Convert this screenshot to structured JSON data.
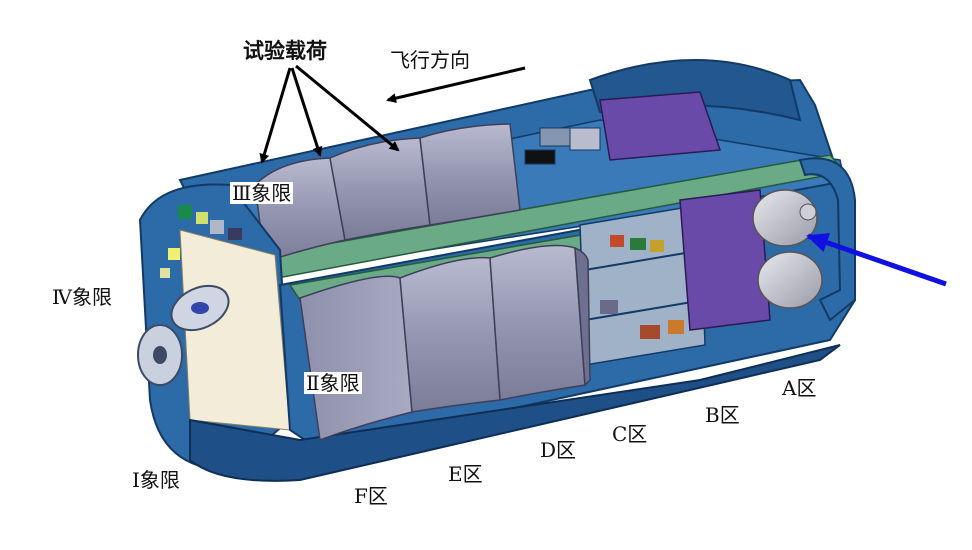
{
  "labels": {
    "payload": "试验载荷",
    "flight_direction": "飞行方向",
    "quadrant_3": "Ⅲ象限",
    "quadrant_4": "Ⅳ象限",
    "quadrant_2": "Ⅱ象限",
    "quadrant_1": "Ⅰ象限",
    "zone_a": "A区",
    "zone_b": "B区",
    "zone_c": "C区",
    "zone_d": "D区",
    "zone_e": "E区",
    "zone_f": "F区"
  },
  "colors": {
    "hull_blue": "#2d6aa8",
    "hull_dark": "#1e4f86",
    "panel_grey": "#9a9bb3",
    "panel_grey_dark": "#7e7f99",
    "rail_green": "#6aaa86",
    "purple": "#6a4aa8",
    "interior": "#f3ecd8",
    "arrow_blue": "#1010e0"
  }
}
